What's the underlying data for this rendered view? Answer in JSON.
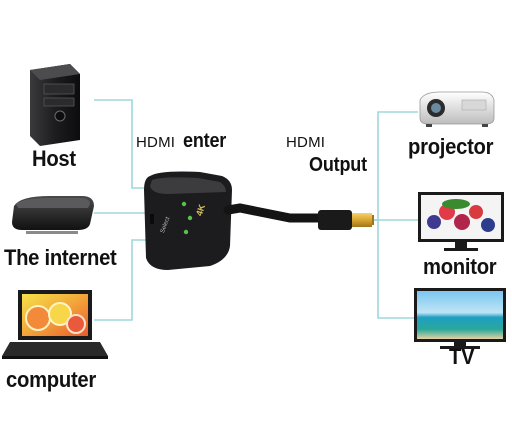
{
  "inputs": {
    "host": "Host",
    "internet": "The internet",
    "computer": "computer",
    "hdmi_word": "HDMI",
    "enter_word": "enter"
  },
  "outputs": {
    "projector": "projector",
    "monitor": "monitor",
    "tv": "TV",
    "hdmi_word": "HDMI",
    "output_word": "Output"
  },
  "device": {
    "badge": "4K",
    "select_label": "Select"
  },
  "colors": {
    "connector_line": "#9fd8da",
    "device_body": "#1c1c1e",
    "cable": "#141414",
    "plug_gold": "#d9a531",
    "led": "#59c24a"
  }
}
